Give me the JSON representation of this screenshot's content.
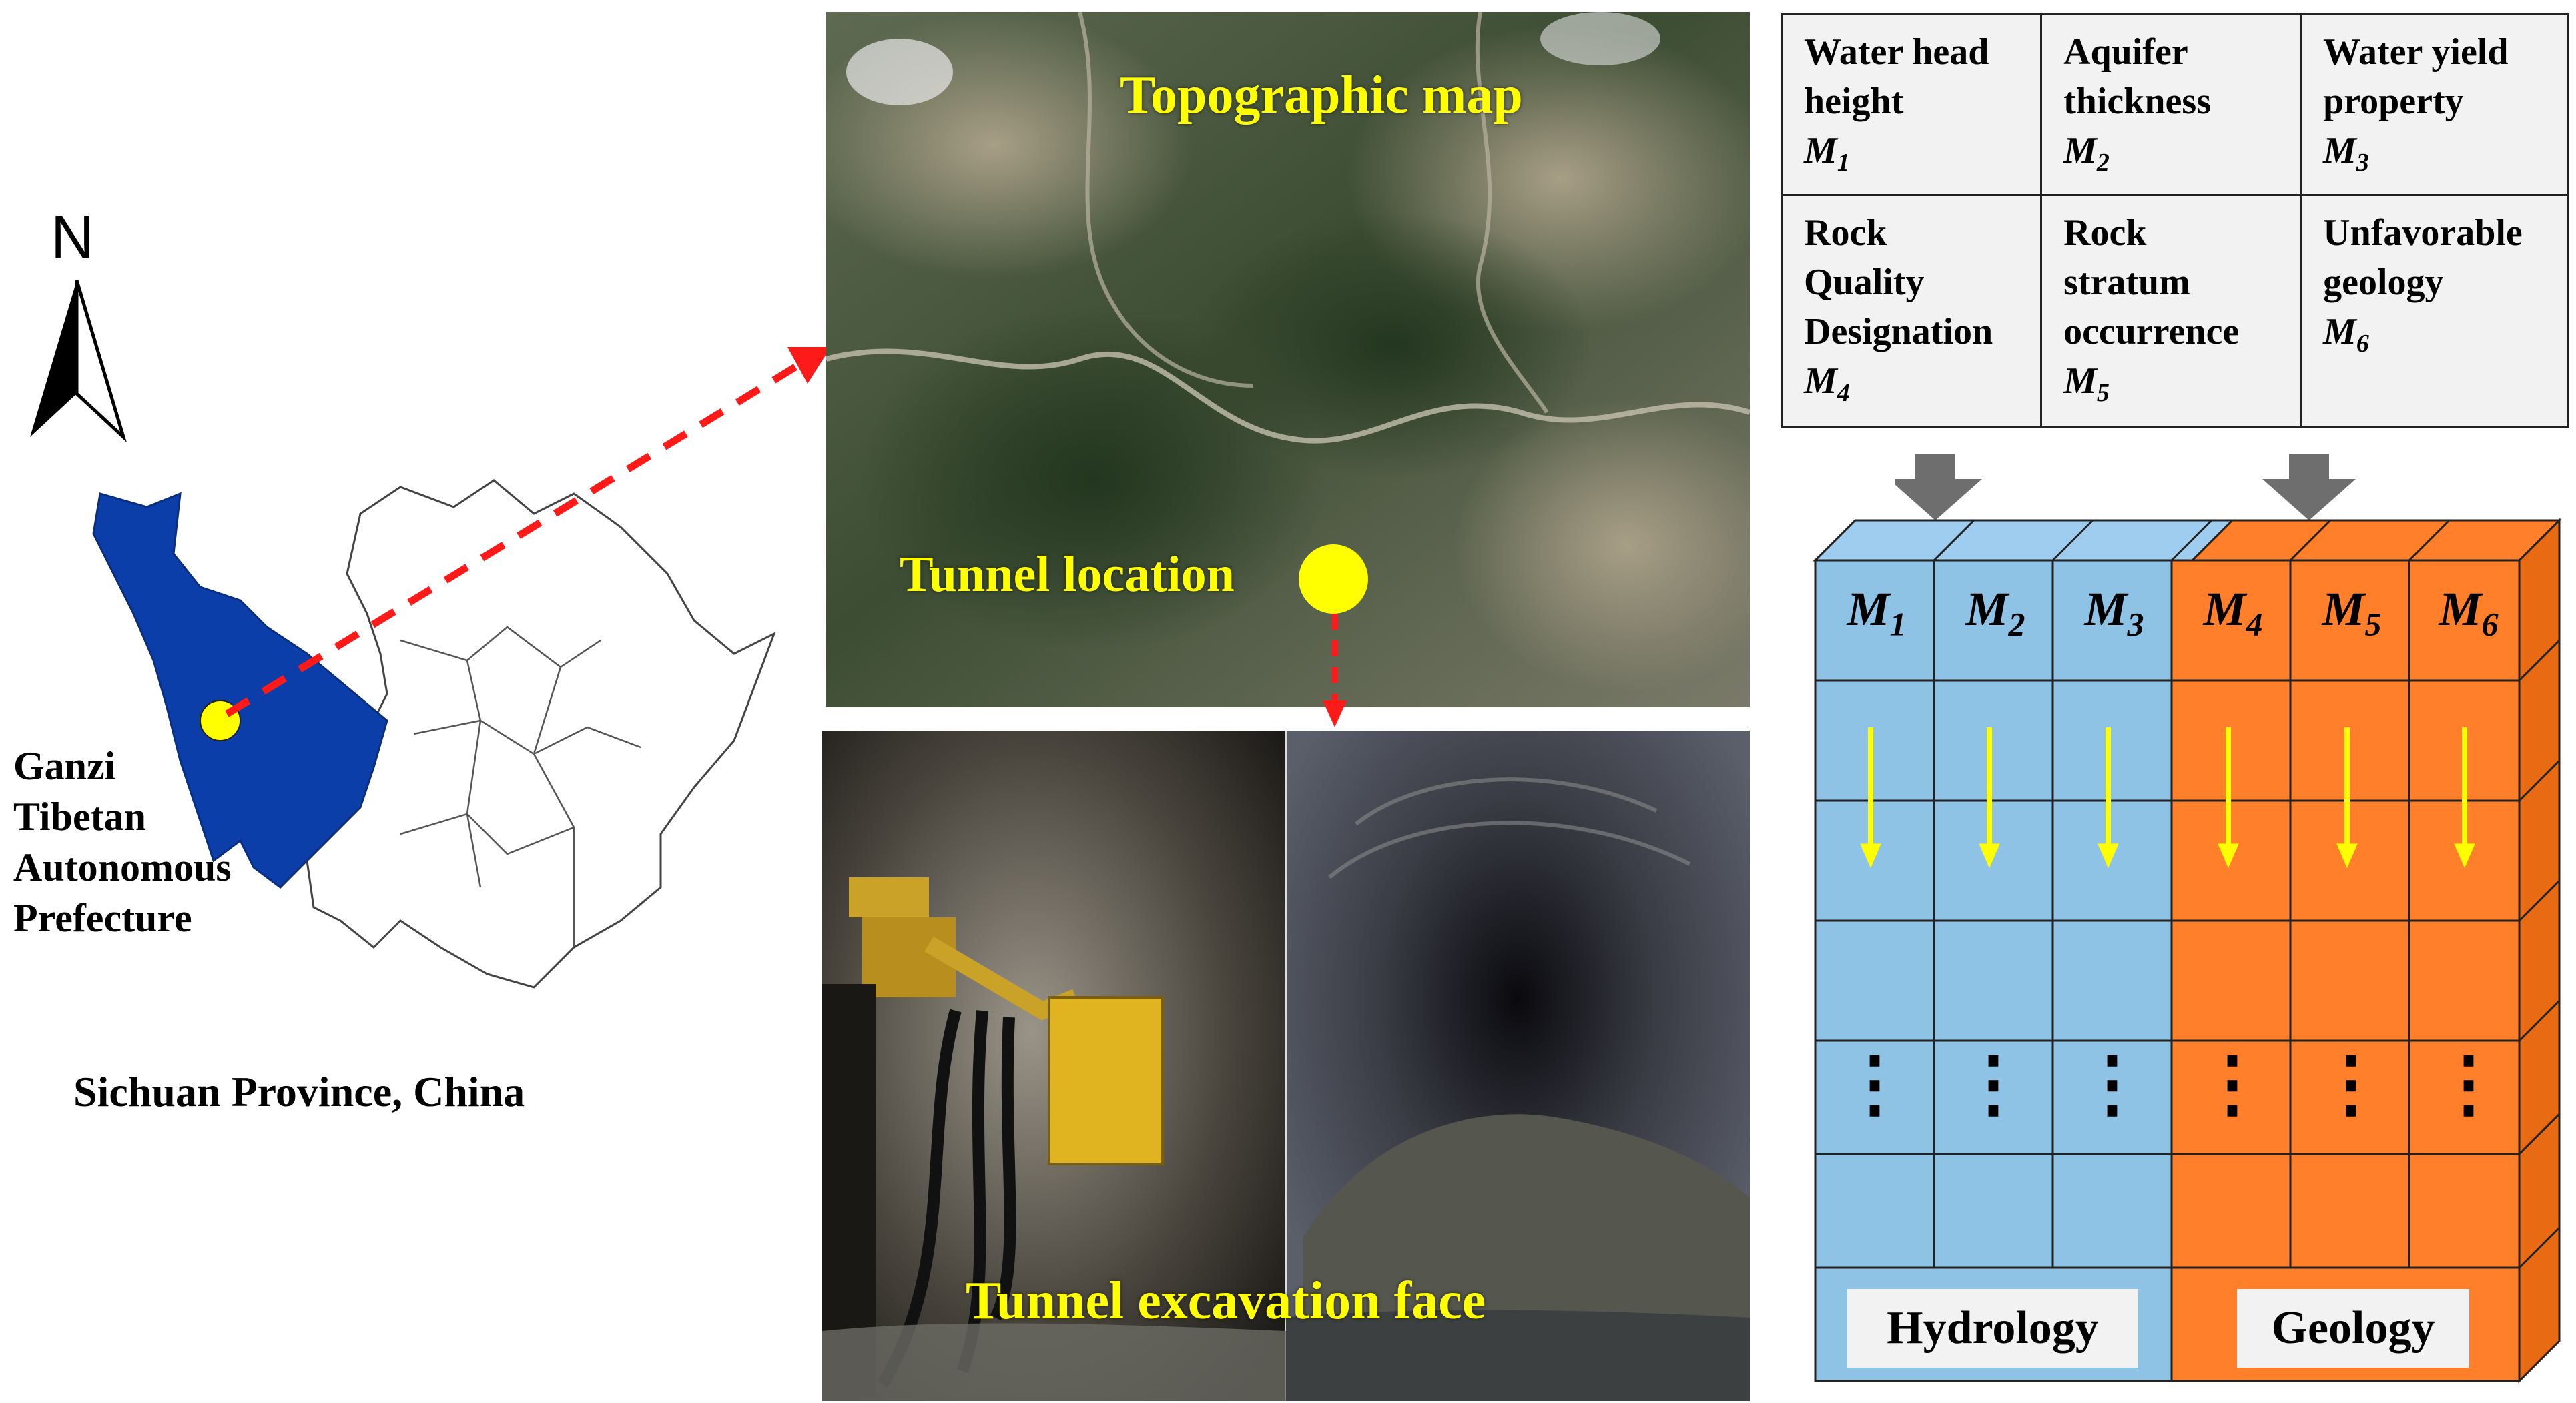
{
  "left_panel": {
    "north_label": "N",
    "prefecture_lines": [
      "Ganzi",
      "Tibetan",
      "Autonomous",
      "Prefecture"
    ],
    "province_label": "Sichuan Province, China"
  },
  "photos": {
    "topographic_title": "Topographic map",
    "tunnel_location_label": "Tunnel location",
    "excavation_title": "Tunnel excavation face"
  },
  "indicators": [
    {
      "lines": [
        "Water head",
        "height"
      ],
      "symbol": "M",
      "index": "1"
    },
    {
      "lines": [
        "Aquifer",
        "thickness"
      ],
      "symbol": "M",
      "index": "2"
    },
    {
      "lines": [
        "Water yield",
        "property"
      ],
      "symbol": "M",
      "index": "3"
    },
    {
      "lines": [
        "Rock",
        "Quality",
        "Designation"
      ],
      "symbol": "M",
      "index": "4"
    },
    {
      "lines": [
        "Rock",
        "stratum",
        "occurrence"
      ],
      "symbol": "M",
      "index": "5"
    },
    {
      "lines": [
        "Unfavorable",
        "geology"
      ],
      "symbol": "M",
      "index": "6"
    }
  ],
  "cube": {
    "columns": [
      {
        "symbol": "M",
        "index": "1"
      },
      {
        "symbol": "M",
        "index": "2"
      },
      {
        "symbol": "M",
        "index": "3"
      },
      {
        "symbol": "M",
        "index": "4"
      },
      {
        "symbol": "M",
        "index": "5"
      },
      {
        "symbol": "M",
        "index": "6"
      }
    ],
    "ellipsis": "⋮",
    "groups": {
      "hydrology": "Hydrology",
      "geology": "Geology"
    },
    "colors": {
      "hydrology_front": "#8fc3e6",
      "hydrology_top": "#9fcdf0",
      "geology_front": "#ff7f2a",
      "geology_top": "#f9803a",
      "side": "#e86a12",
      "arrow": "#ffff00"
    }
  },
  "colors": {
    "map_fill": "#0b3ea8",
    "marker": "#ffff00",
    "dashed_arrow": "#ff1a1a",
    "flow_arrow": "#6e6e6e"
  }
}
